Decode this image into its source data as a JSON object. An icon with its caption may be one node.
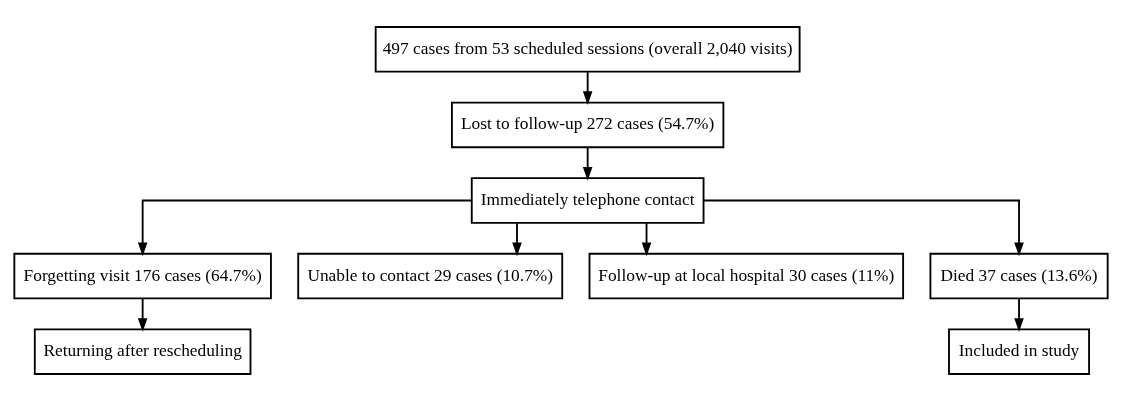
{
  "diagram": {
    "nodes": [
      {
        "text": [
          "497 cases from 53 scheduled sessions (overall 2,040 visits)"
        ]
      },
      {
        "text": [
          "Lost to follow-up 272 cases (54.7%)"
        ]
      },
      {
        "text": [
          "Immediately telephone contact"
        ]
      },
      {
        "text": [
          "Forgetting visit 176 cases (64.7%)"
        ]
      },
      {
        "text": [
          "Unable to contact 29 cases (10.7%)"
        ]
      },
      {
        "text": [
          "Follow-up at local hospital 30 cases (11%)"
        ]
      },
      {
        "text": [
          "Died 37 cases (13.6%)"
        ]
      },
      {
        "text": [
          "Returning after rescheduling"
        ]
      },
      {
        "text": [
          "Included in study"
        ]
      }
    ],
    "edges": [
      {
        "from": 0,
        "to": 1,
        "arrow": "to"
      },
      {
        "from": 1,
        "to": 2,
        "arrow": "to"
      },
      {
        "from": 2,
        "to": 3,
        "arrow": "to"
      },
      {
        "from": 2,
        "to": 4,
        "arrow": "to"
      },
      {
        "from": 2,
        "to": 5,
        "arrow": "to"
      },
      {
        "from": 2,
        "to": 6,
        "arrow": "to"
      },
      {
        "from": 3,
        "to": 7,
        "arrow": "to"
      },
      {
        "from": 6,
        "to": 8,
        "arrow": "to"
      }
    ]
  }
}
